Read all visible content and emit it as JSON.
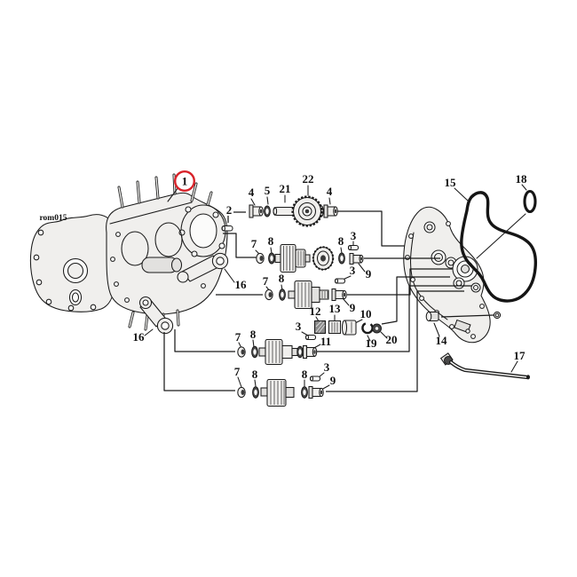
{
  "diagram": {
    "code_label": "rom015",
    "colors": {
      "line": "#1a1a1a",
      "highlight_red": "#d8232a",
      "case_fill": "#f1f0ee",
      "part_fill": "#e9e8e6",
      "dark_fill": "#4a4a4a",
      "background": "#ffffff"
    },
    "callouts": [
      "1",
      "2",
      "4",
      "5",
      "21",
      "22",
      "4",
      "15",
      "18",
      "7",
      "8",
      "8",
      "3",
      "9",
      "16",
      "7",
      "8",
      "3",
      "9",
      "12",
      "13",
      "10",
      "16",
      "3",
      "11",
      "19",
      "20",
      "14",
      "7",
      "8",
      "7",
      "8",
      "8",
      "3",
      "9",
      "17"
    ]
  }
}
